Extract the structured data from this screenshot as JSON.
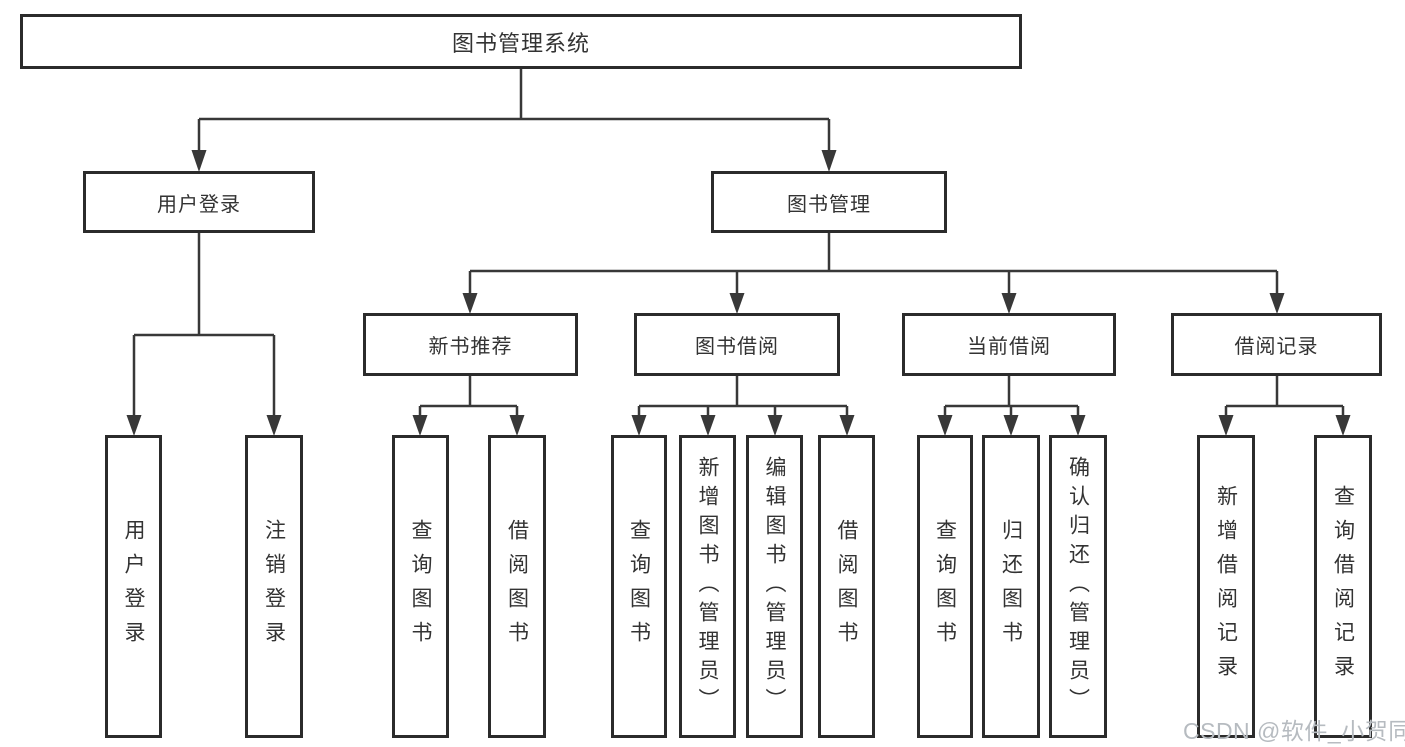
{
  "tree": {
    "label": "图书管理系统",
    "children": [
      {
        "label": "用户登录",
        "children": [
          {
            "label": "用户登录"
          },
          {
            "label": "注销登录"
          }
        ]
      },
      {
        "label": "图书管理",
        "children": [
          {
            "label": "新书推荐",
            "children": [
              {
                "label": "查询图书"
              },
              {
                "label": "借阅图书"
              }
            ]
          },
          {
            "label": "图书借阅",
            "children": [
              {
                "label": "查询图书"
              },
              {
                "label": "新增图书（管理员）"
              },
              {
                "label": "编辑图书（管理员）"
              },
              {
                "label": "借阅图书"
              }
            ]
          },
          {
            "label": "当前借阅",
            "children": [
              {
                "label": "查询图书"
              },
              {
                "label": "归还图书"
              },
              {
                "label": "确认归还（管理员）"
              }
            ]
          },
          {
            "label": "借阅记录",
            "children": [
              {
                "label": "新增借阅记录"
              },
              {
                "label": "查询借阅记录"
              }
            ]
          }
        ]
      }
    ]
  },
  "watermark": {
    "text": "CSDN @软件_小贺同学"
  },
  "colors": {
    "line": "#383838",
    "border": "#2b2b2b",
    "text": "#333333",
    "watermark": "#b6bbc0",
    "background": "#ffffff"
  }
}
